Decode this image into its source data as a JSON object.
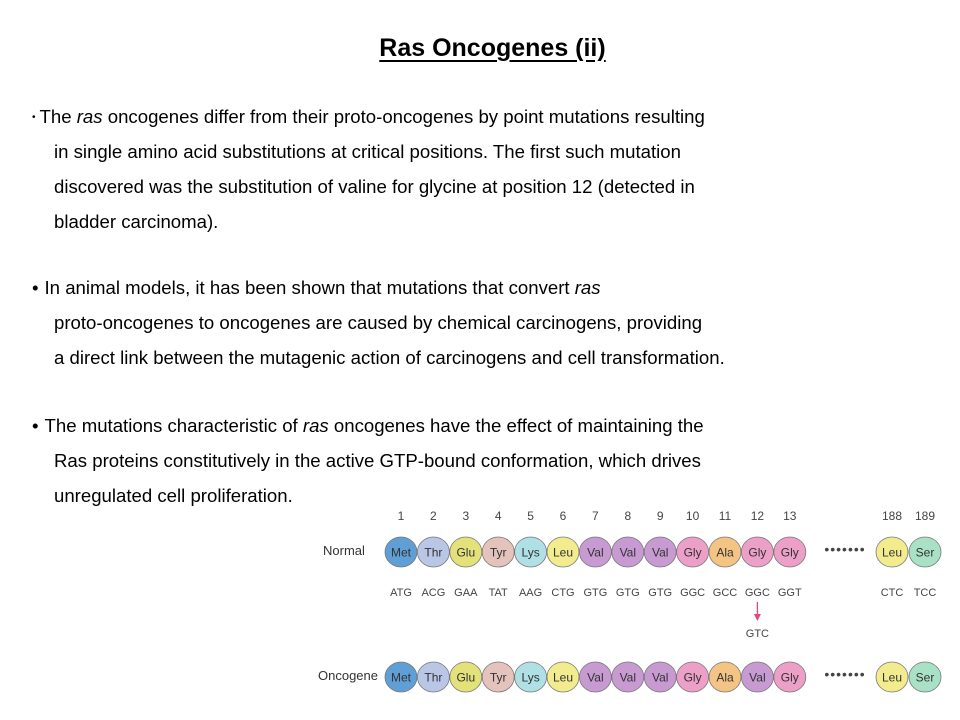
{
  "title": "Ras Oncogenes (ii)",
  "bullet_symbol": "•",
  "paragraphs": [
    {
      "lines": [
        {
          "segments": [
            {
              "t": "The "
            },
            {
              "t": "ras",
              "i": true
            },
            {
              "t": " oncogenes differ from their proto-oncogenes by point mutations resulting"
            }
          ]
        },
        {
          "segments": [
            {
              "t": "in single amino acid substitutions at critical positions. The first such mutation"
            }
          ]
        },
        {
          "segments": [
            {
              "t": "discovered was the substitution of valine for glycine at position 12 (detected in"
            }
          ]
        },
        {
          "segments": [
            {
              "t": "bladder carcinoma)."
            }
          ]
        }
      ]
    },
    {
      "lines": [
        {
          "segments": [
            {
              "t": "In animal models, it has been shown that mutations that convert "
            },
            {
              "t": "ras",
              "i": true
            }
          ]
        },
        {
          "segments": [
            {
              "t": "proto-oncogenes to oncogenes are caused by chemical carcinogens, providing"
            }
          ]
        },
        {
          "segments": [
            {
              "t": "a direct link between the mutagenic action of carcinogens and cell transformation."
            }
          ]
        }
      ]
    },
    {
      "lines": [
        {
          "segments": [
            {
              "t": "The mutations characteristic of "
            },
            {
              "t": "ras",
              "i": true
            },
            {
              "t": " oncogenes have the effect of maintaining the"
            }
          ]
        },
        {
          "segments": [
            {
              "t": "Ras proteins constitutively in the active GTP-bound conformation, which drives"
            }
          ]
        },
        {
          "segments": [
            {
              "t": "unregulated cell proliferation."
            }
          ]
        }
      ]
    }
  ],
  "figure": {
    "positions": [
      "1",
      "2",
      "3",
      "4",
      "5",
      "6",
      "7",
      "8",
      "9",
      "10",
      "11",
      "12",
      "13",
      "188",
      "189"
    ],
    "normal": {
      "label": "Normal",
      "residues": [
        "Met",
        "Thr",
        "Glu",
        "Tyr",
        "Lys",
        "Leu",
        "Val",
        "Val",
        "Val",
        "Gly",
        "Ala",
        "Gly",
        "Gly",
        "Leu",
        "Ser"
      ],
      "codons": [
        "ATG",
        "ACG",
        "GAA",
        "TAT",
        "AAG",
        "CTG",
        "GTG",
        "GTG",
        "GTG",
        "GGC",
        "GCC",
        "GGC",
        "GGT",
        "CTC",
        "TCC"
      ]
    },
    "oncogene": {
      "label": "Oncogene",
      "residues": [
        "Met",
        "Thr",
        "Glu",
        "Tyr",
        "Lys",
        "Leu",
        "Val",
        "Val",
        "Val",
        "Gly",
        "Ala",
        "Val",
        "Gly",
        "Leu",
        "Ser"
      ]
    },
    "mutant_codon": "GTC",
    "mutation_index": 11,
    "ellipsis": "•••••••",
    "colors": {
      "Met": "#5f9fd6",
      "Thr": "#b9c6e6",
      "Glu": "#e3e27a",
      "Tyr": "#e5c3bd",
      "Lys": "#aee0e6",
      "Leu": "#f3ec8f",
      "Val": "#c79ad2",
      "Gly": "#eca0c8",
      "Ala": "#f3c484",
      "Ser": "#a9e1c7"
    },
    "arrow_color": "#e8457a"
  }
}
